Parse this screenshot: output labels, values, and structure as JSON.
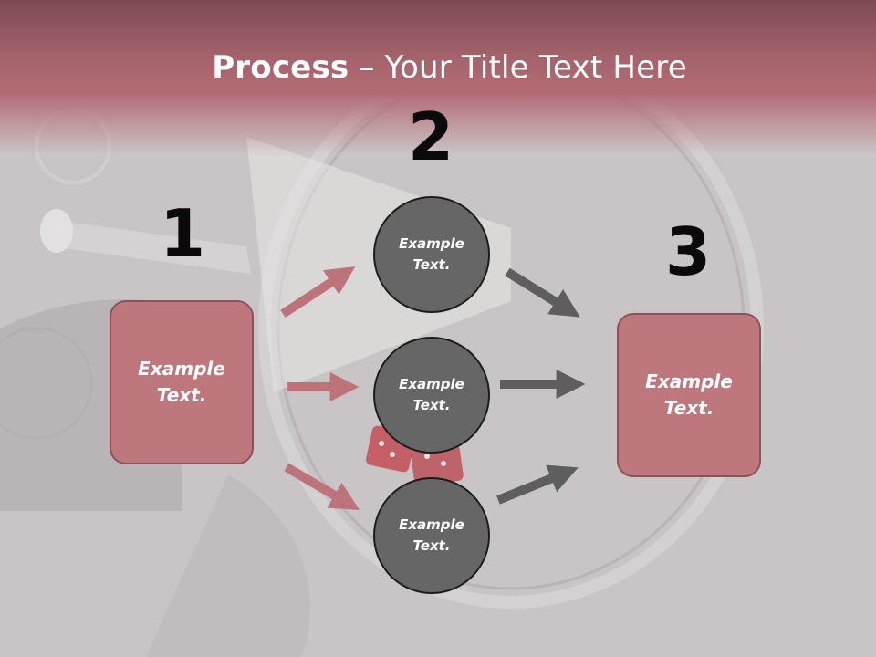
{
  "slide": {
    "title_bold": "Process",
    "title_rest": " – Your Title Text Here"
  },
  "steps": [
    {
      "number": "1",
      "text": "Example\nText."
    },
    {
      "number": "2",
      "items": [
        "Example\nText.",
        "Example\nText.",
        "Example\nText."
      ]
    },
    {
      "number": "3",
      "text": "Example\nText."
    }
  ],
  "colors": {
    "header": "#a3626a",
    "box_fill": "#bd777d",
    "circle_fill": "#666666",
    "arrow_pink": "#bd737a",
    "arrow_gray": "#5e5e5e",
    "background": "#c9c5c6"
  }
}
